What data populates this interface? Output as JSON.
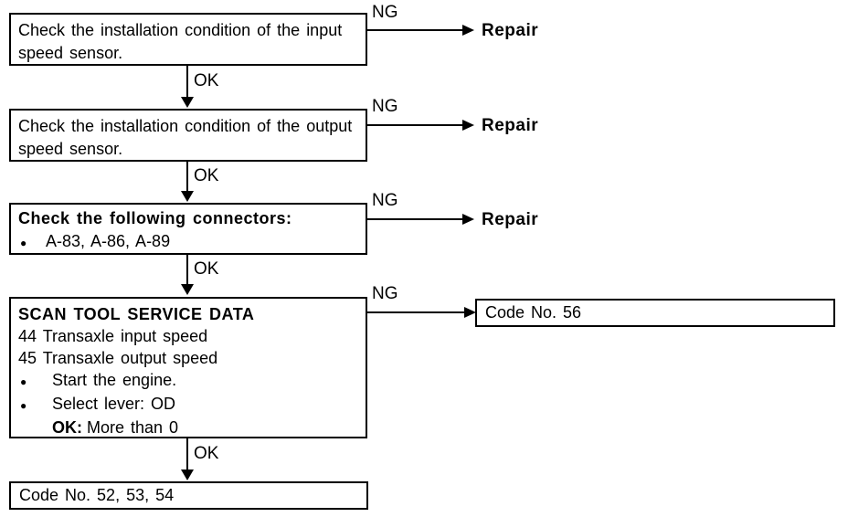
{
  "labels": {
    "ng": "NG",
    "ok": "OK",
    "repair": "Repair",
    "bullet": "●"
  },
  "steps": {
    "step1": {
      "text": "Check the installation condition of the input speed sensor."
    },
    "step2": {
      "text": "Check the installation condition of the output speed sensor."
    },
    "step3": {
      "title": "Check the following connectors:",
      "items": [
        "A-83, A-86, A-89"
      ]
    },
    "step4": {
      "title": "SCAN TOOL SERVICE DATA",
      "data_lines": [
        "44 Transaxle input speed",
        "45 Transaxle output speed"
      ],
      "bullets": [
        "Start the engine.",
        "Select lever: OD"
      ],
      "ok_prefix": "OK:",
      "ok_condition": "More than 0"
    },
    "result_ng": {
      "text": "Code No. 56"
    },
    "result_ok": {
      "text": "Code No. 52, 53, 54"
    }
  },
  "colors": {
    "line": "#000000",
    "background": "#ffffff",
    "text": "#000000"
  }
}
